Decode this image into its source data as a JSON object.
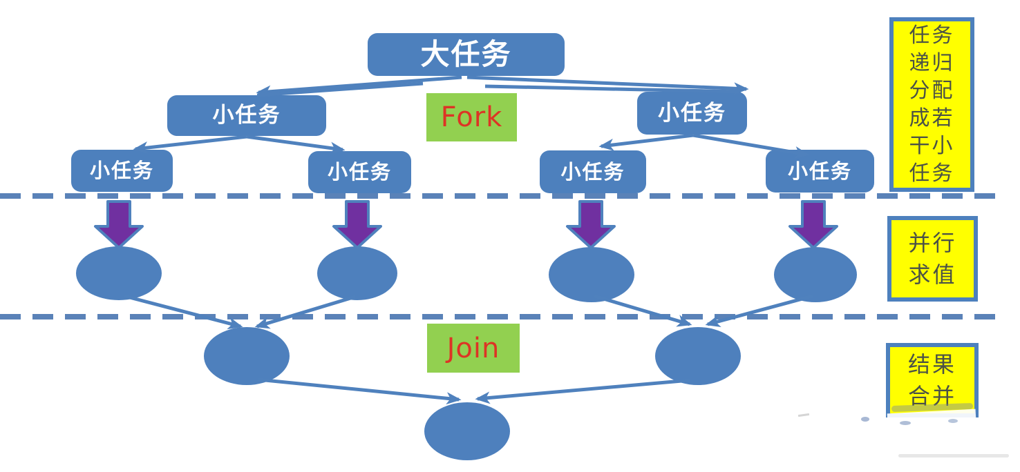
{
  "nodes": {
    "root": "大任务",
    "subtask": "小任务"
  },
  "phase_labels": {
    "fork": "Fork",
    "join": "Join"
  },
  "annotations": {
    "phase1_full": "任务递归分配成若干小任务",
    "phase1_lines": [
      "任务",
      "递归",
      "分配",
      "成若",
      "干小",
      "任务"
    ],
    "phase2_full": "并行求值",
    "phase2_lines": [
      "并行",
      "求值"
    ],
    "phase3_full": "结果合并",
    "phase3_lines": [
      "结果",
      "合并"
    ]
  },
  "colors": {
    "node_blue": "#4d80bd",
    "connector_blue": "#4f81bd",
    "ellipse_blue": "#4e80bd",
    "arrow_purple": "#7030a0",
    "label_green": "#92d050",
    "label_text_red": "#dd3425",
    "annotation_yellow": "#ffff00",
    "annotation_border_blue": "#4d80bd",
    "annotation_text": "#4a5147",
    "node_text": "#ffffff"
  }
}
